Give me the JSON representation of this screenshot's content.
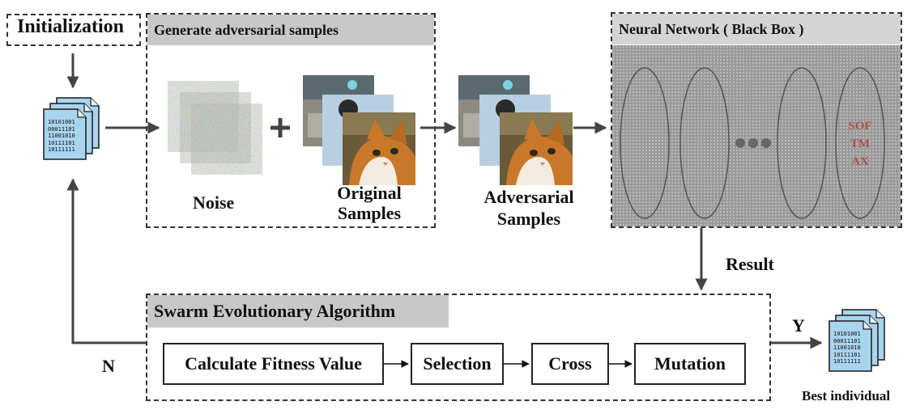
{
  "init": {
    "label": "Initialization"
  },
  "generate": {
    "title": "Generate adversarial samples",
    "noise_label": "Noise",
    "original_label_line1": "Original",
    "original_label_line2": "Samples",
    "plus": "+"
  },
  "adversarial": {
    "label_line1": "Adversarial",
    "label_line2": "Samples"
  },
  "network": {
    "title": "Neural Network ( Black Box )",
    "softmax_line1": "SOF",
    "softmax_line2": "TM",
    "softmax_line3": "AX"
  },
  "result_label": "Result",
  "swarm": {
    "title": "Swarm Evolutionary Algorithm",
    "steps": [
      "Calculate Fitness Value",
      "Selection",
      "Cross",
      "Mutation"
    ]
  },
  "branch": {
    "no_label": "N",
    "yes_label": "Y"
  },
  "best": {
    "label": "Best individual"
  },
  "doc_binary": [
    "10101001",
    "00011101",
    "11001010",
    "10111101",
    "10111111"
  ],
  "colors": {
    "network_bg": "#9a9a9a",
    "header_gray": "#c8c8c8",
    "softmax_text": "#b05050",
    "document": "#a9d4ee",
    "cat_orange": "#c87828"
  }
}
